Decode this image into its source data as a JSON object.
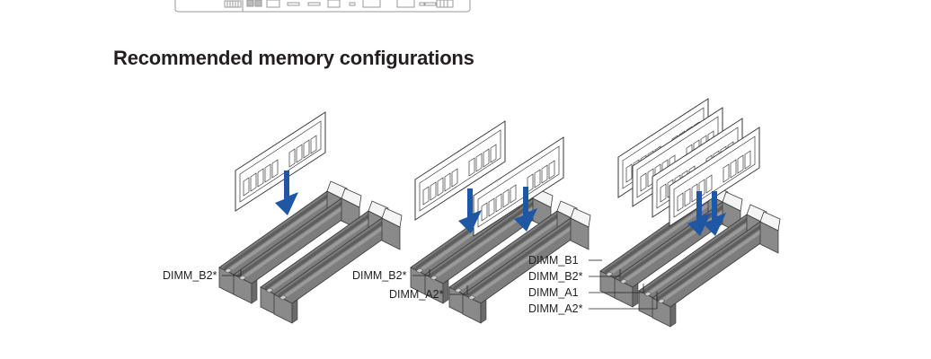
{
  "document": {
    "section_title": "Recommended memory configurations",
    "colors": {
      "slot_gray": "#808080",
      "slot_dark": "#5a5a5a",
      "arrow_blue": "#1f57a5",
      "text": "#231f20"
    }
  },
  "top_strip": {
    "description": "motherboard rear I/O outline (partially visible)"
  },
  "configurations": [
    {
      "name": "one-module",
      "modules": 1,
      "labels": [
        "DIMM_B2*"
      ]
    },
    {
      "name": "two-modules",
      "modules": 2,
      "labels": [
        "DIMM_B2*",
        "DIMM_A2*"
      ]
    },
    {
      "name": "four-modules",
      "modules": 4,
      "labels": [
        "DIMM_B1",
        "DIMM_B2*",
        "DIMM_A1",
        "DIMM_A2*"
      ]
    }
  ]
}
